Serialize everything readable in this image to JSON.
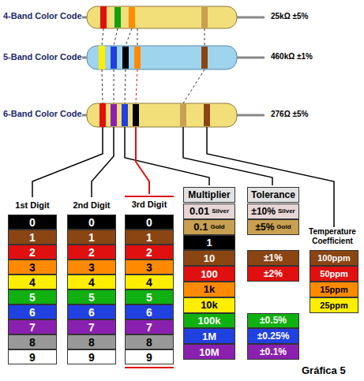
{
  "diagram": {
    "nodes": [
      {
        "text": [
          "0"
        ]
      },
      {
        "text": [
          "1"
        ]
      },
      {
        "text": [
          "2"
        ]
      },
      {
        "text": [
          "3"
        ]
      },
      {
        "text": [
          "4"
        ]
      },
      {
        "text": [
          "5"
        ]
      },
      {
        "text": [
          "6"
        ]
      },
      {
        "text": [
          "7"
        ]
      },
      {
        "text": [
          "8"
        ]
      },
      {
        "text": [
          "9"
        ]
      },
      {
        "text": [
          "0"
        ]
      },
      {
        "text": [
          "1"
        ]
      },
      {
        "text": [
          "2"
        ]
      },
      {
        "text": [
          "3"
        ]
      },
      {
        "text": [
          "4"
        ]
      },
      {
        "text": [
          "5"
        ]
      },
      {
        "text": [
          "6"
        ]
      },
      {
        "text": [
          "7"
        ]
      },
      {
        "text": [
          "8"
        ]
      },
      {
        "text": [
          "9"
        ]
      },
      {
        "text": [
          "0"
        ]
      },
      {
        "text": [
          "1"
        ]
      },
      {
        "text": [
          "2"
        ]
      },
      {
        "text": [
          "3"
        ]
      },
      {
        "text": [
          "4"
        ]
      },
      {
        "text": [
          "5"
        ]
      },
      {
        "text": [
          "6"
        ]
      },
      {
        "text": [
          "7"
        ]
      },
      {
        "text": [
          "8"
        ]
      },
      {
        "text": [
          "9"
        ]
      },
      {
        "text": [
          "Multiplier"
        ]
      },
      {
        "text": [
          "0.01",
          "Silver"
        ]
      },
      {
        "text": [
          "0.1",
          "Gold"
        ]
      },
      {
        "text": [
          "1"
        ]
      },
      {
        "text": [
          "10"
        ]
      },
      {
        "text": [
          "100"
        ]
      },
      {
        "text": [
          "1k"
        ]
      },
      {
        "text": [
          "10k"
        ]
      },
      {
        "text": [
          "100k"
        ]
      },
      {
        "text": [
          "1M"
        ]
      },
      {
        "text": [
          "10M"
        ]
      },
      {
        "text": [
          "Tolerance"
        ]
      },
      {
        "text": [
          "±10%",
          "Silver"
        ]
      },
      {
        "text": [
          "±5%",
          "Gold"
        ]
      },
      {
        "text": [
          "±1%"
        ]
      },
      {
        "text": [
          "±2%"
        ]
      },
      {
        "text": [
          "±0.5%"
        ]
      },
      {
        "text": [
          "±0.25%"
        ]
      },
      {
        "text": [
          "±0.1%"
        ]
      },
      {
        "text": [
          "100ppm"
        ]
      },
      {
        "text": [
          "50ppm"
        ]
      },
      {
        "text": [
          "15ppm"
        ]
      },
      {
        "text": [
          "25ppm"
        ]
      }
    ],
    "labels": [
      "4-Band Color Code",
      "25kΩ ±5%",
      "5-Band Color Code",
      "460kΩ ±1%",
      "6-Band Color Code",
      "276Ω ±5%",
      "1st Digit",
      "2nd Digit",
      "3rd Digit",
      "Temperature Coefficient",
      "Gráfica 5"
    ]
  }
}
